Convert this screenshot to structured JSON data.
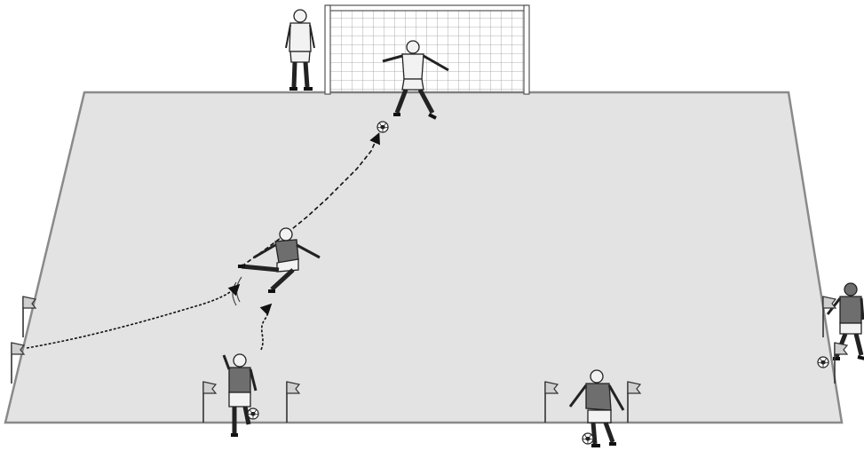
{
  "figure": {
    "kind": "soccer drill diagram",
    "field_color": "#e3e3e3",
    "line_color": "#8a8a8a",
    "player_dark": "#6e6e6e",
    "player_light": "#f2f2f2",
    "path_color": "#111111"
  },
  "elements": {
    "goal": "goal-net",
    "players": [
      "goalkeeper",
      "coach-near-goal",
      "striker-shooting",
      "player-left-bottom",
      "player-right-bottom",
      "player-right-sideline"
    ],
    "balls": [
      "ball-near-goal",
      "ball-left-bottom",
      "ball-right-bottom",
      "ball-right-sideline"
    ],
    "flags": 8,
    "paths": [
      "dribble-path-long",
      "dribble-path-short",
      "shot-path"
    ]
  }
}
